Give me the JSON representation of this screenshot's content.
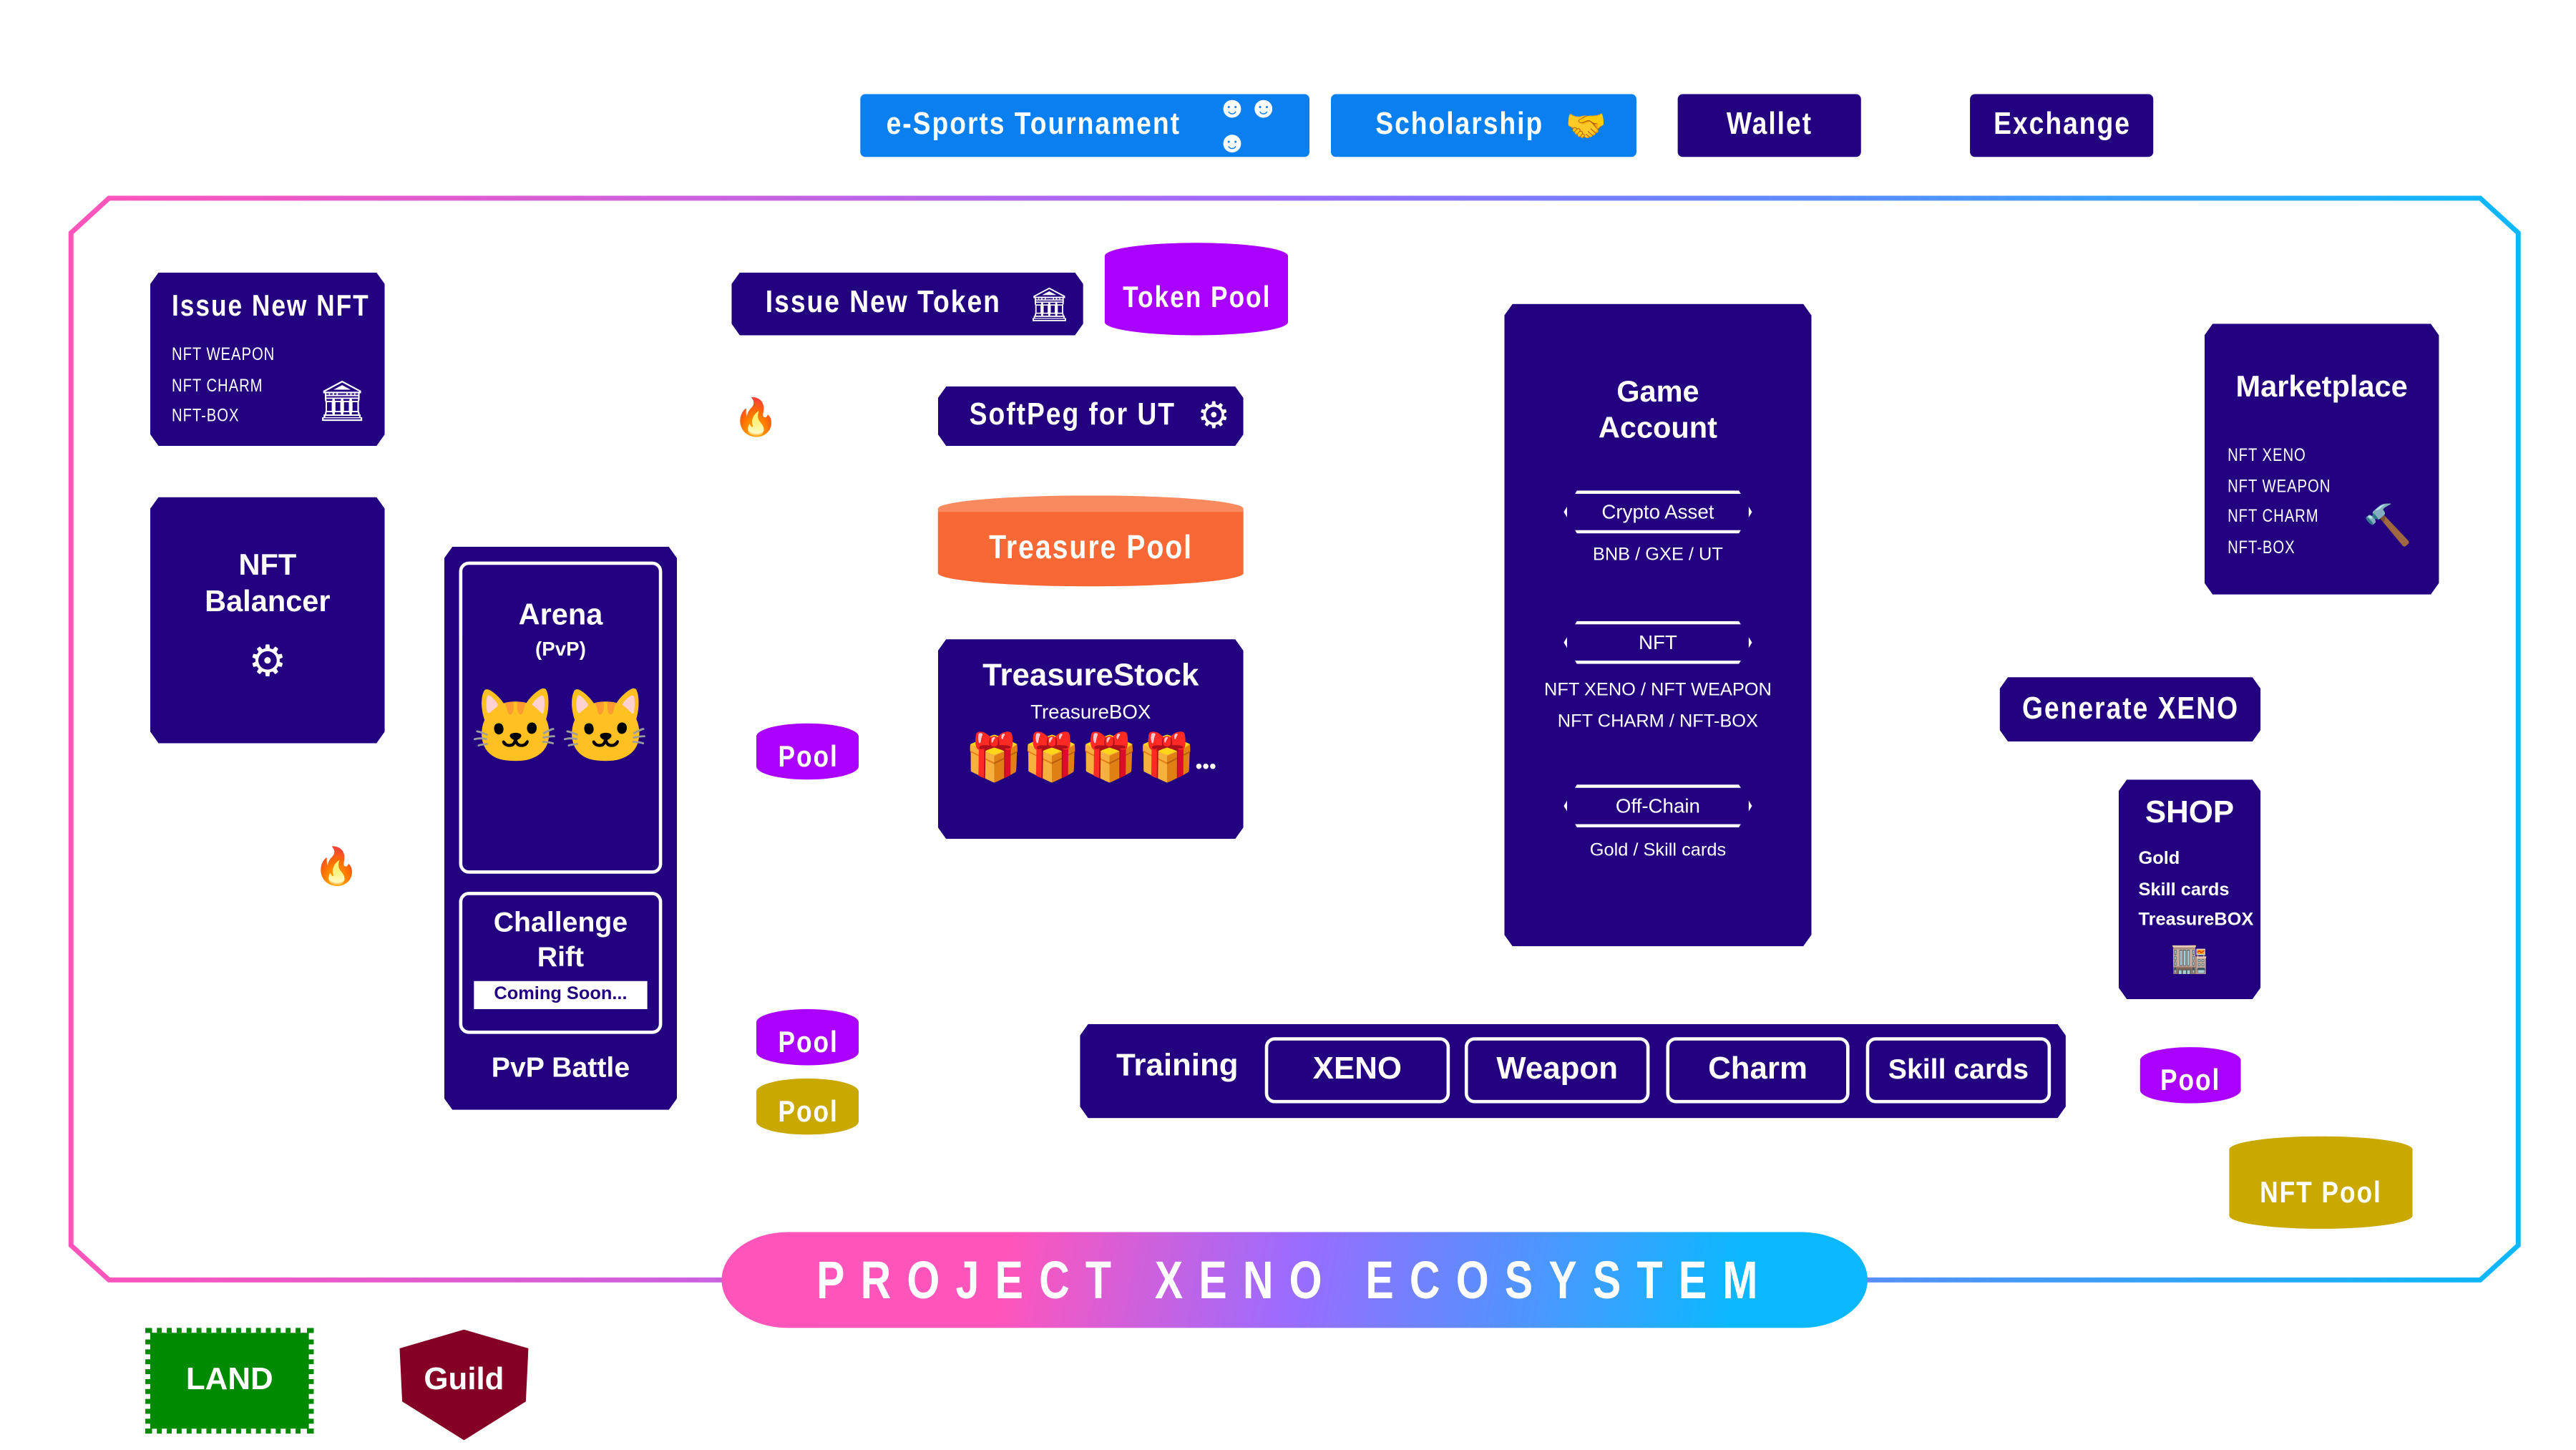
{
  "top_nav": {
    "esports": {
      "label": "e-Sports Tournament",
      "icon": "people-group-icon"
    },
    "scholarship": {
      "label": "Scholarship",
      "icon": "handshake-icon"
    },
    "wallet": {
      "label": "Wallet"
    },
    "exchange": {
      "label": "Exchange"
    }
  },
  "issue_nft": {
    "title": "Issue New NFT",
    "items": [
      "NFT WEAPON",
      "NFT CHARM",
      "NFT-BOX"
    ],
    "icon": "bank-icon"
  },
  "nft_balancer": {
    "title_line1": "NFT",
    "title_line2": "Balancer",
    "icon": "gear-icon"
  },
  "arena": {
    "title": "Arena",
    "subtitle": "(PvP)",
    "challenge_line1": "Challenge",
    "challenge_line2": "Rift",
    "coming_soon": "Coming Soon...",
    "footer": "PvP Battle"
  },
  "issue_token": {
    "title": "Issue New Token",
    "icon": "bank-icon"
  },
  "token_pool": "Token Pool",
  "softpeg": {
    "title": "SoftPeg for UT",
    "icon": "gear-icon"
  },
  "treasure_pool": "Treasure Pool",
  "treasure_stock": {
    "title": "TreasureStock",
    "subtitle": "TreasureBOX",
    "more": "•••"
  },
  "pools": {
    "pool_a": "Pool",
    "pool_b": "Pool",
    "pool_c": "Pool",
    "pool_d": "Pool",
    "nft_pool": "NFT Pool"
  },
  "game_account": {
    "title_line1": "Game",
    "title_line2": "Account",
    "crypto_label": "Crypto Asset",
    "crypto_items": "BNB / GXE / UT",
    "nft_label": "NFT",
    "nft_items_1": "NFT XENO / NFT WEAPON",
    "nft_items_2": "NFT CHARM / NFT-BOX",
    "offchain_label": "Off-Chain",
    "offchain_items": "Gold / Skill cards"
  },
  "marketplace": {
    "title": "Marketplace",
    "items": [
      "NFT XENO",
      "NFT WEAPON",
      "NFT CHARM",
      "NFT-BOX"
    ],
    "icon": "gavel-icon"
  },
  "generate_xeno": "Generate XENO",
  "shop": {
    "title": "SHOP",
    "items": [
      "Gold",
      "Skill cards",
      "TreasureBOX"
    ],
    "icon": "store-icon"
  },
  "training": {
    "label": "Training",
    "options": [
      "XENO",
      "Weapon",
      "Charm",
      "Skill cards"
    ]
  },
  "banner": "PROJECT XENO ECOSYSTEM",
  "land": "LAND",
  "guild": "Guild",
  "colors": {
    "navy": "#22007f",
    "blue": "#0a7ff0",
    "purple": "#aa00ff",
    "orange": "#f76835",
    "gold": "#c9a800",
    "pink": "#ff55bb",
    "cyan": "#0cb8fd",
    "green": "#008a00",
    "maroon": "#840024"
  }
}
